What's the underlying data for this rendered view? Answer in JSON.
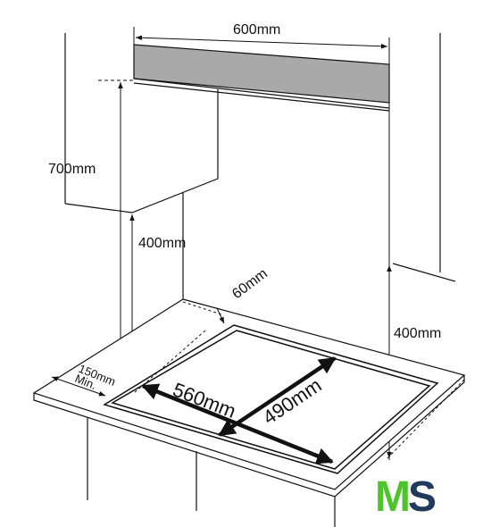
{
  "diagram": {
    "dimensions": {
      "hood_width": "600mm",
      "hood_height": "700mm",
      "cabinet_clearance": "400mm",
      "side_wall_clearance": "400mm",
      "rear_gap": "60mm",
      "front_margin_value": "150mm",
      "front_margin_suffix": "Min.",
      "cutout_width": "560mm",
      "cutout_depth": "490mm"
    },
    "logo": {
      "text": "MS",
      "letter_m": "M",
      "letter_s": "S",
      "m_color": "#4cc42a",
      "s_color": "#1f3a5a"
    },
    "colors": {
      "line": "#111111",
      "hood_fill": "#a9a9a9"
    }
  }
}
